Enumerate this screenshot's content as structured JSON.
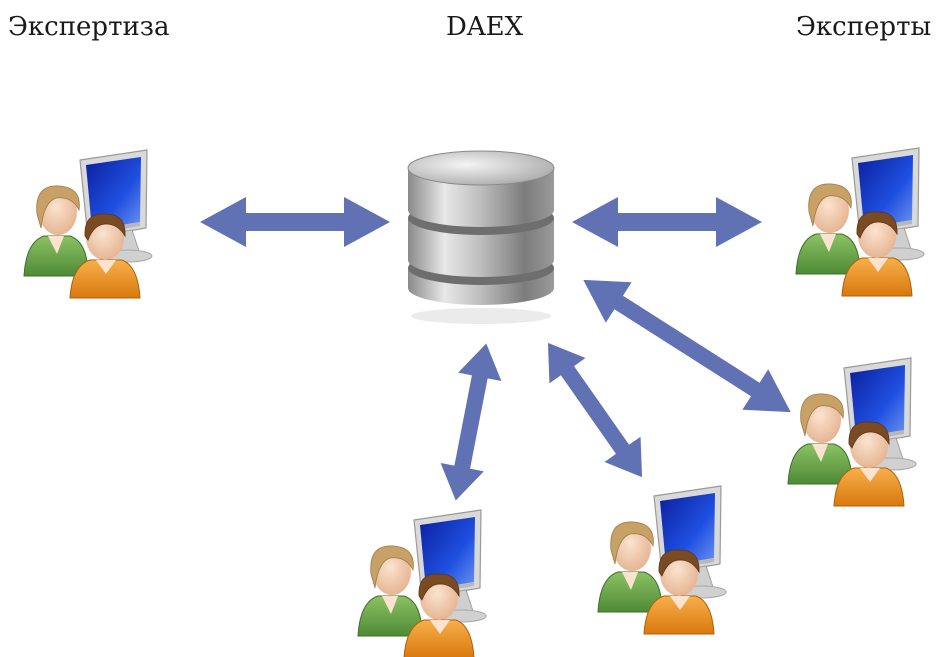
{
  "labels": {
    "expertise": "Экспертиза",
    "center": "DAEX",
    "experts": "Эксперты"
  },
  "colors": {
    "arrow": "#6172b4",
    "monitor_screen": "#1a3fd0",
    "person_green": "#6fa24c",
    "person_orange": "#e8921e"
  },
  "icons": {
    "database": "database-icon",
    "user_group": "users-computer-icon"
  }
}
